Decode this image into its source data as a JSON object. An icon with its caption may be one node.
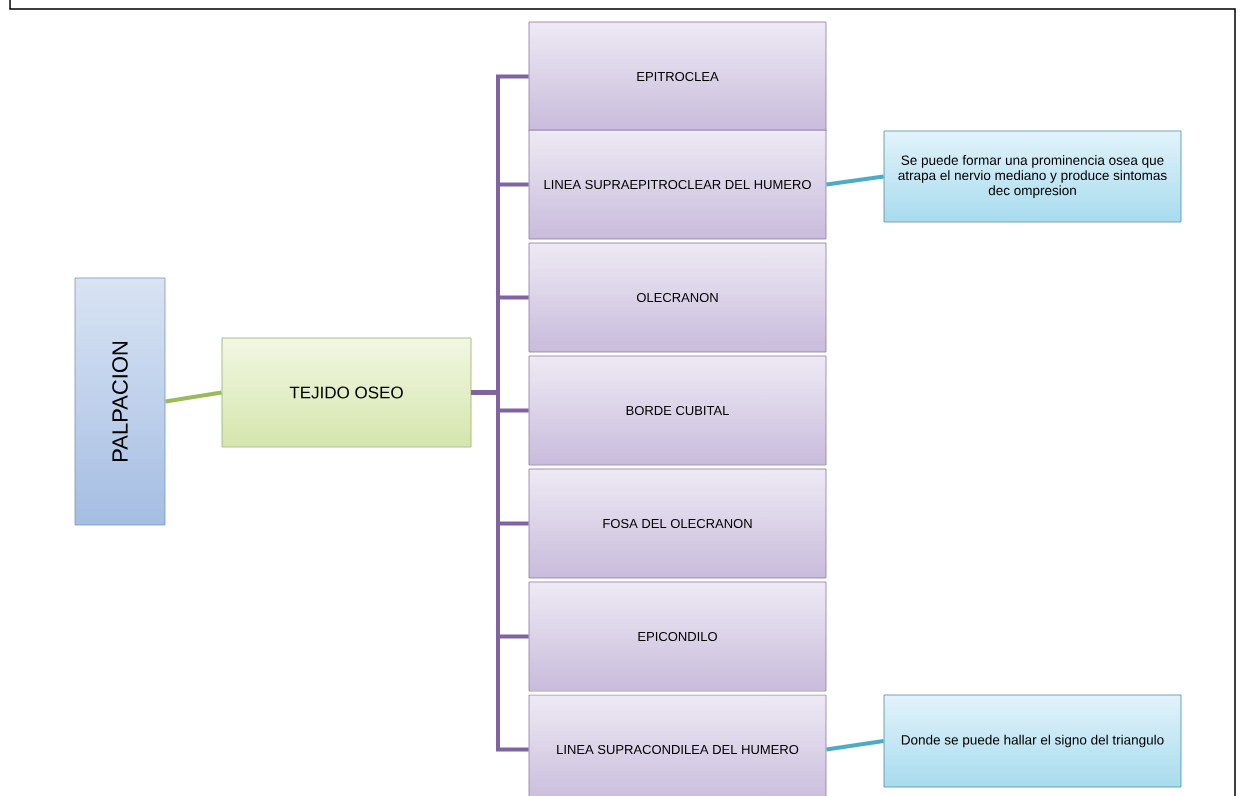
{
  "diagram": {
    "nodes": [
      {
        "text": [
          "PALPACION"
        ]
      },
      {
        "text": [
          "TEJIDO OSEO"
        ]
      },
      {
        "text": [
          "EPITROCLEA"
        ]
      },
      {
        "text": [
          "LINEA SUPRAEPITROCLEAR DEL HUMERO"
        ]
      },
      {
        "text": [
          "OLECRANON"
        ]
      },
      {
        "text": [
          "BORDE CUBITAL"
        ]
      },
      {
        "text": [
          "FOSA DEL OLECRANON"
        ]
      },
      {
        "text": [
          "EPICONDILO"
        ]
      },
      {
        "text": [
          "LINEA SUPRACONDILEA DEL HUMERO"
        ]
      },
      {
        "text": [
          "Se puede formar una prominencia osea que atrapa el nervio mediano y produce sintomas dec ompresion"
        ]
      },
      {
        "text": [
          "Donde se puede hallar el signo del triangulo"
        ]
      }
    ],
    "edges": [
      {
        "from": 0,
        "to": 1,
        "arrow": "none",
        "color": "#9bbb59"
      },
      {
        "from": 1,
        "to": 2,
        "arrow": "none"
      },
      {
        "from": 1,
        "to": 3,
        "arrow": "none"
      },
      {
        "from": 1,
        "to": 4,
        "arrow": "none"
      },
      {
        "from": 1,
        "to": 5,
        "arrow": "none"
      },
      {
        "from": 1,
        "to": 6,
        "arrow": "none"
      },
      {
        "from": 1,
        "to": 7,
        "arrow": "none"
      },
      {
        "from": 1,
        "to": 8,
        "arrow": "none"
      },
      {
        "from": 3,
        "to": 9,
        "arrow": "none",
        "color": "#4bacc6"
      },
      {
        "from": 8,
        "to": 10,
        "arrow": "none",
        "color": "#4bacc6"
      }
    ]
  }
}
